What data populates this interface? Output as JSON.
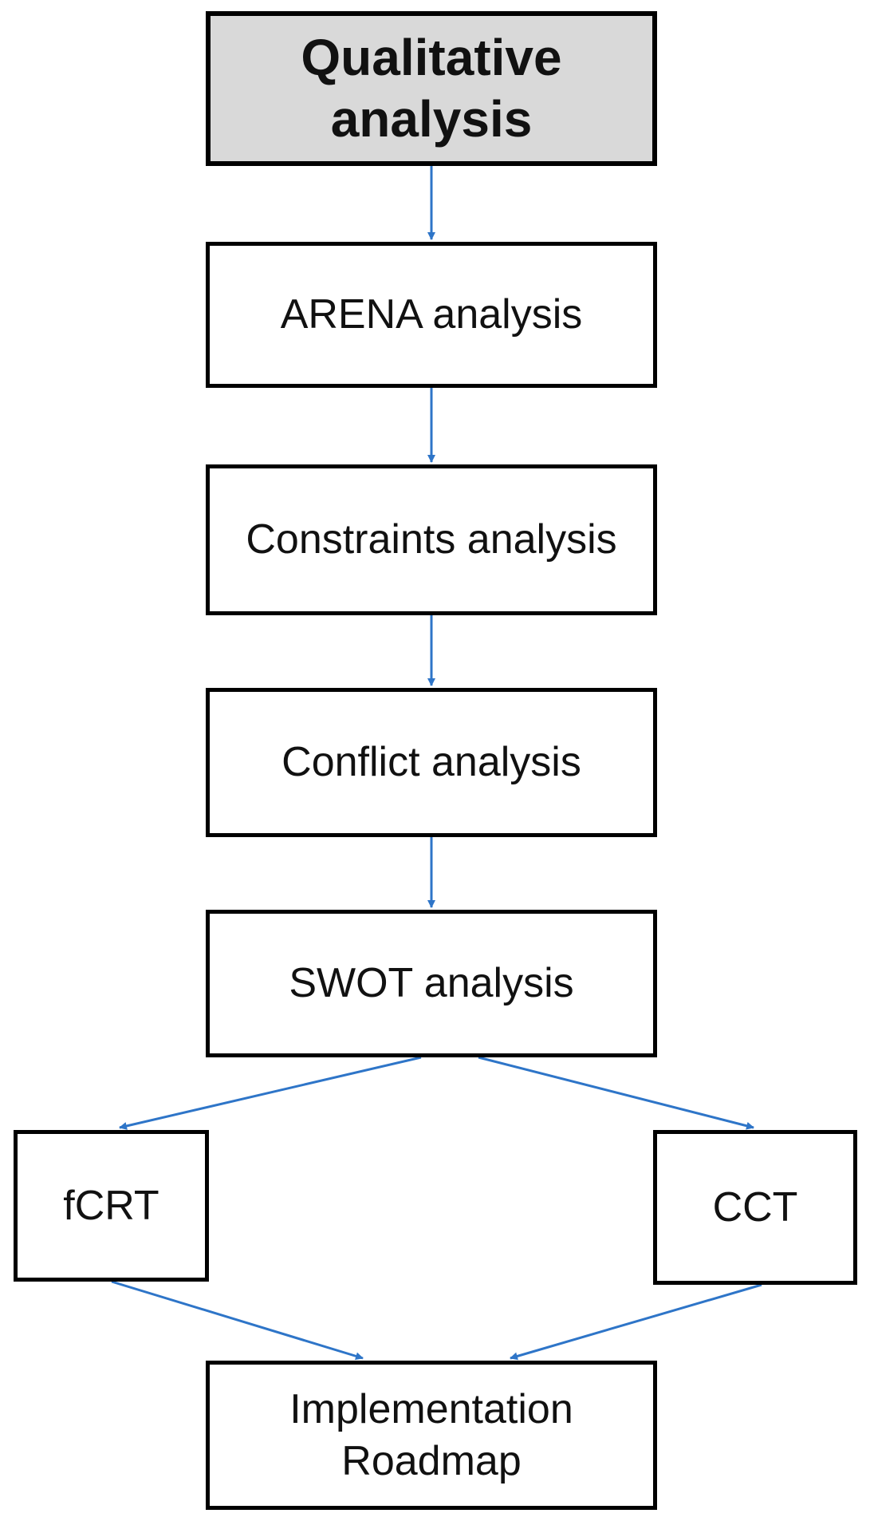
{
  "diagram": {
    "nodes": {
      "qualitative": "Qualitative analysis",
      "arena": "ARENA analysis",
      "constraints": "Constraints analysis",
      "conflict": "Conflict analysis",
      "swot": "SWOT analysis",
      "fcrt": "fCRT",
      "cct": "CCT",
      "roadmap": "Implementation Roadmap"
    },
    "edges": [
      [
        "qualitative",
        "arena"
      ],
      [
        "arena",
        "constraints"
      ],
      [
        "constraints",
        "conflict"
      ],
      [
        "conflict",
        "swot"
      ],
      [
        "swot",
        "fcrt"
      ],
      [
        "swot",
        "cct"
      ],
      [
        "fcrt",
        "roadmap"
      ],
      [
        "cct",
        "roadmap"
      ]
    ],
    "arrow_color": "#2e75c8",
    "title_fill": "#d9d9d9"
  }
}
